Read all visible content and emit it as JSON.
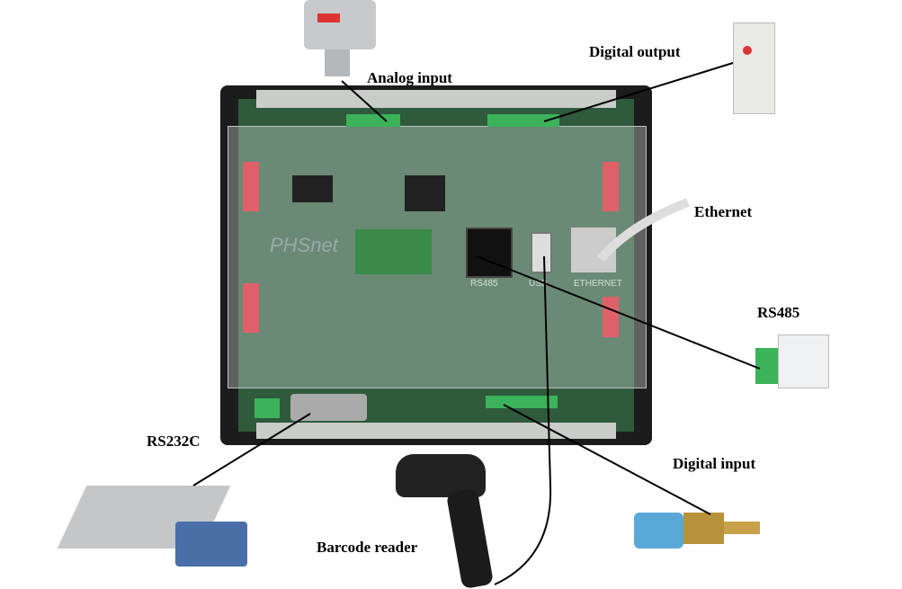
{
  "labels": {
    "analog_input": "Analog input",
    "digital_output": "Digital output",
    "ethernet": "Ethernet",
    "rs485": "RS485",
    "rs232c": "RS232C",
    "digital_input": "Digital input",
    "barcode_reader": "Barcode reader"
  },
  "board": {
    "brand": "PHSnet",
    "port_rs485": "RS485",
    "port_usb": "USB",
    "port_ethernet": "ETHERNET"
  },
  "colors": {
    "pcb": "#2f5a3c",
    "terminal": "#3cb35a",
    "enclosure": "#1e1e1e",
    "connector_red": "#e0606a"
  }
}
